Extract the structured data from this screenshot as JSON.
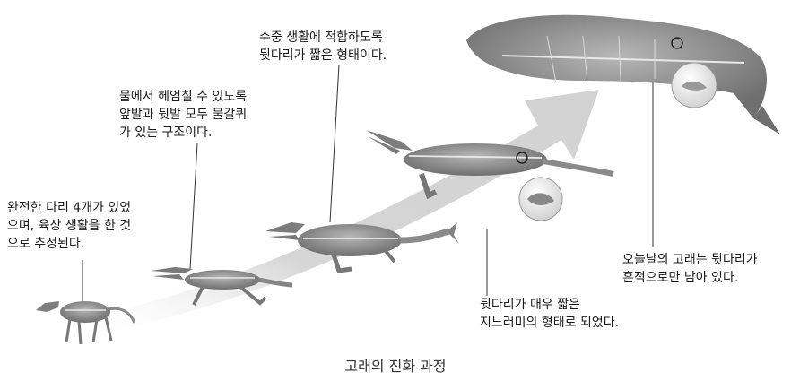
{
  "labels": {
    "stage1": [
      "완전한 다리 4개가 있었",
      "으며, 육상 생활을 한 것",
      "으로 추정된다."
    ],
    "stage2": [
      "물에서 헤엄칠 수 있도록",
      "앞발과 뒷발 모두 물갈퀴",
      "가 있는 구조이다."
    ],
    "stage3": [
      "수중 생활에 적합하도록",
      "뒷다리가 짧은 형태이다."
    ],
    "stage4": [
      "뒷다리가 매우 짧은",
      "지느러미의 형태로 되었다."
    ],
    "stage5": [
      "오늘날의 고래는 뒷다리가",
      "흔적으로만 남아 있다."
    ]
  },
  "caption": "고래의 진화 과정",
  "colors": {
    "arrow": "#d9d9d9",
    "animal": "#8f8f8f",
    "bone": "#e6e6e6",
    "leader": "#333333"
  },
  "icons": [
    "land-ancestor-icon",
    "crocodile-like-ancestor-icon",
    "early-whale-icon",
    "late-whale-icon",
    "sperm-whale-icon",
    "hind-leg-detail-icon"
  ]
}
